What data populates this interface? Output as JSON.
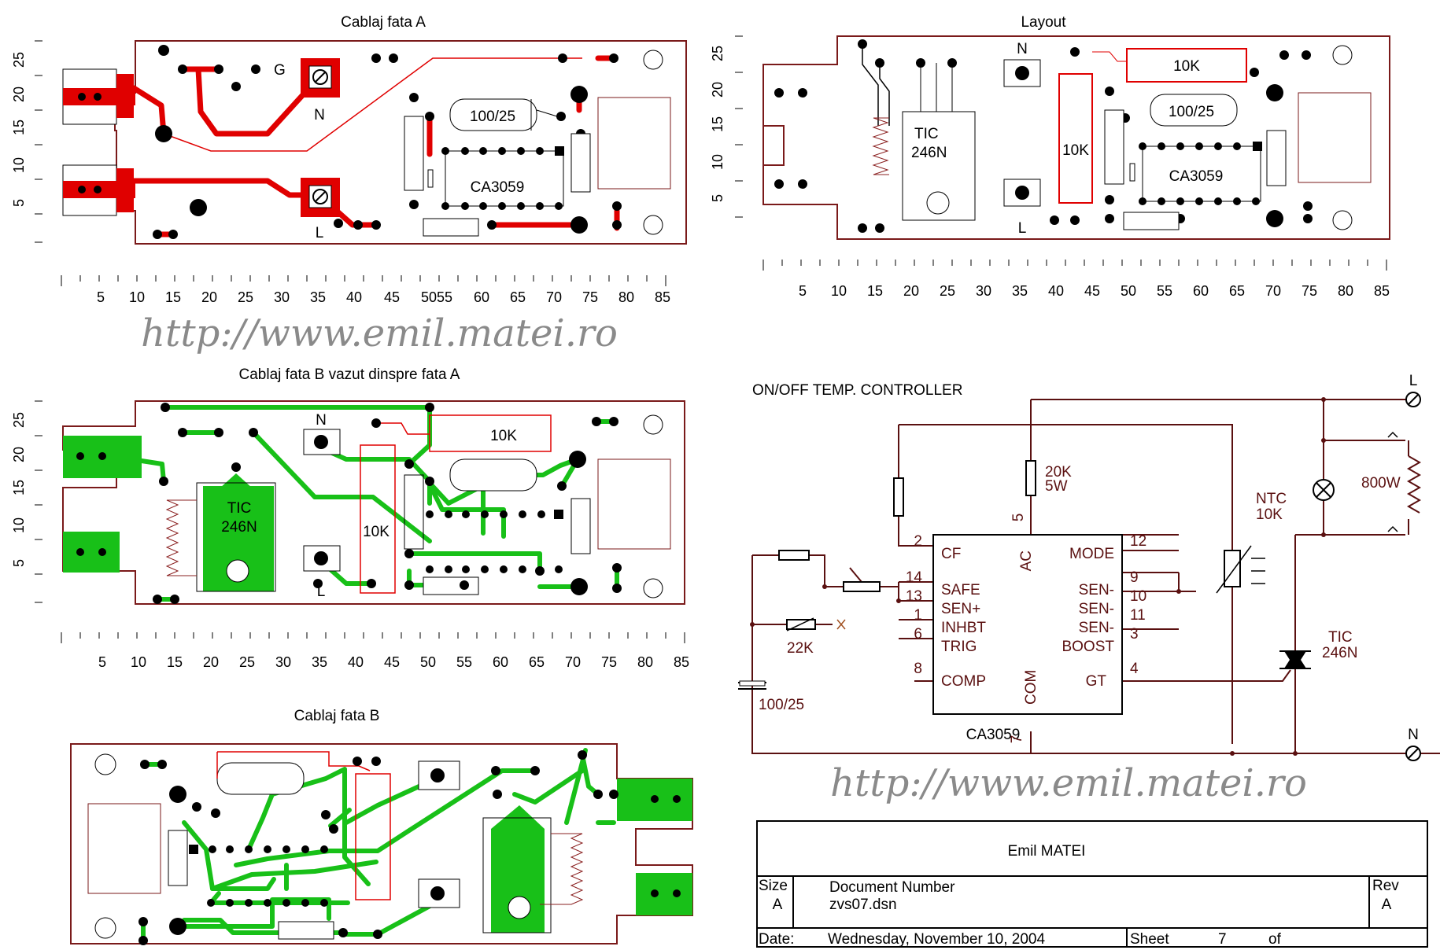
{
  "panels": {
    "a_title": "Cablaj fata A",
    "layout_title": "Layout",
    "b_from_a_title": "Cablaj fata B vazut dinspre fata A",
    "b_title": "Cablaj fata B",
    "schematic_title": "ON/OFF TEMP. CONTROLLER"
  },
  "watermark": "http://www.emil.matei.ro",
  "ruler": {
    "y_labels": [
      "25",
      "20",
      "15",
      "10",
      "5"
    ],
    "x_labels": [
      "5",
      "10",
      "15",
      "20",
      "25",
      "30",
      "35",
      "40",
      "45",
      "50",
      "55",
      "60",
      "65",
      "70",
      "75",
      "80",
      "85"
    ],
    "x_labels_first": [
      "5",
      "10",
      "15",
      "20",
      "25",
      "30",
      "35",
      "40",
      "45",
      "5055",
      "60",
      "65",
      "70",
      "75",
      "80",
      "85"
    ]
  },
  "components": {
    "cap": "100/25",
    "ic": "CA3059",
    "res10k": "10K",
    "tic": "TIC",
    "tic_num": "246N",
    "n": "N",
    "l": "L",
    "g": "G"
  },
  "schematic": {
    "l": "L",
    "n": "N",
    "r20k": "20K",
    "r20k_w": "5W",
    "load": "800W",
    "ntc": "NTC",
    "ntc_val": "10K",
    "pot": "22K",
    "cap": "100/25",
    "ic_name": "CA3059",
    "tic": "TIC",
    "tic_num": "246N",
    "pins_left": [
      {
        "num": "2",
        "name": "CF"
      },
      {
        "num": "14",
        "name": "SAFE"
      },
      {
        "num": "13",
        "name": "SEN+"
      },
      {
        "num": "1",
        "name": "INHBT"
      },
      {
        "num": "6",
        "name": "TRIG"
      },
      {
        "num": "8",
        "name": "COMP"
      }
    ],
    "pins_right": [
      {
        "num": "12",
        "name": "MODE"
      },
      {
        "num": "9",
        "name": "SEN-"
      },
      {
        "num": "10",
        "name": "SEN-"
      },
      {
        "num": "11",
        "name": "SEN-"
      },
      {
        "num": "3",
        "name": "BOOST"
      },
      {
        "num": "4",
        "name": "GT"
      }
    ],
    "pin_ac": "AC",
    "pin_ac_num": "5",
    "pin_com": "COM",
    "pin_com_num": "7"
  },
  "title_block": {
    "author": "Emil MATEI",
    "size_label": "Size",
    "size_value": "A",
    "doc_label": "Document Number",
    "doc_value": "zvs07.dsn",
    "rev_label": "Rev",
    "rev_value": "A",
    "date_label": "Date:",
    "date_value": "Wednesday, November 10, 2004",
    "sheet_label": "Sheet",
    "sheet_value": "7",
    "of_label": "of"
  }
}
